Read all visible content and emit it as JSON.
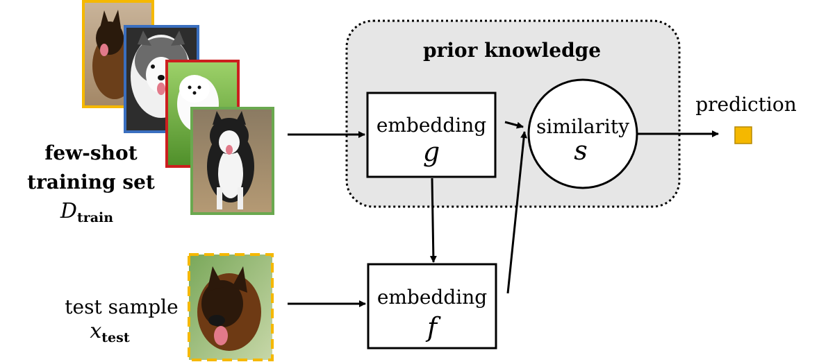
{
  "prior_box": {
    "title": "prior knowledge"
  },
  "training": {
    "title_line1": "few-shot",
    "title_line2": "training set",
    "symbol": "D",
    "symbol_sub": "train",
    "images": [
      {
        "name": "german-shepherd-standing",
        "border": "#f5b800"
      },
      {
        "name": "husky-puppy",
        "border": "#3a6fbf"
      },
      {
        "name": "samoyed-puppy",
        "border": "#cc1f1f"
      },
      {
        "name": "alaskan-malamute",
        "border": "#6aa84f"
      }
    ]
  },
  "test": {
    "label": "test sample",
    "symbol": "x",
    "symbol_sub": "test",
    "border": "#f5b800"
  },
  "embedding_g": {
    "label": "embedding",
    "symbol": "g"
  },
  "embedding_f": {
    "label": "embedding",
    "symbol": "f"
  },
  "similarity": {
    "label": "similarity",
    "symbol": "s"
  },
  "prediction": {
    "label": "prediction",
    "marker_color": "#f5b800"
  }
}
